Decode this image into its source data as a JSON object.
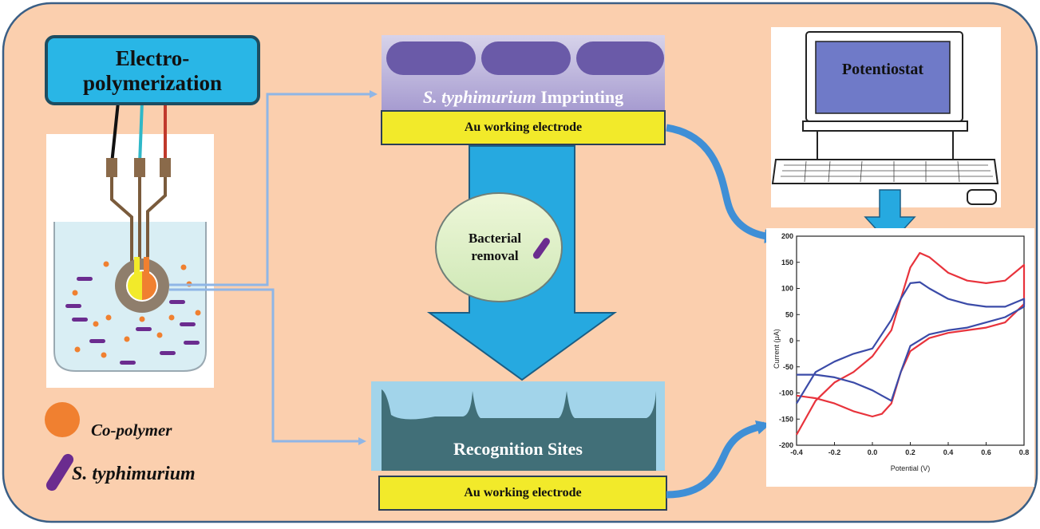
{
  "electropolymerization": {
    "line1": "Electro-",
    "line2": "polymerization"
  },
  "imprinting": {
    "species": "S. typhimurium",
    "word": "Imprinting"
  },
  "electrode_top": "Au working electrode",
  "electrode_bottom": "Au working electrode",
  "removal": {
    "line1": "Bacterial",
    "line2": "removal"
  },
  "recognition": "Recognition Sites",
  "potentiostat": "Potentiostat",
  "legend": {
    "copolymer": "Co-polymer",
    "bacteria": "S. typhimurium"
  },
  "colors": {
    "background": "#fbcfae",
    "border": "#3a5f86",
    "blue_box": "#29b6e6",
    "yellow": "#f2ea2a",
    "arrow_blue": "#3f8fd6",
    "big_arrow": "#26a9e0",
    "red_curve": "#e8333c",
    "blue_curve": "#3b4ba8",
    "bacteria": "#6b2c8f",
    "copolymer": "#f08030"
  },
  "chart_data": {
    "type": "line",
    "xlabel": "Potential (V)",
    "ylabel": "Current (μA)",
    "xlim": [
      -0.4,
      0.8
    ],
    "ylim": [
      -200,
      200
    ],
    "xticks": [
      "-0.4",
      "-0.2",
      "0.0",
      "0.2",
      "0.4",
      "0.6",
      "0.8"
    ],
    "yticks": [
      "200",
      "150",
      "100",
      "50",
      "0",
      "-50",
      "-100",
      "-150",
      "-200"
    ],
    "series": [
      {
        "color": "#e8333c",
        "x": [
          -0.4,
          -0.3,
          -0.2,
          -0.1,
          0.0,
          0.1,
          0.15,
          0.2,
          0.25,
          0.3,
          0.4,
          0.5,
          0.6,
          0.7,
          0.8,
          0.8,
          0.7,
          0.6,
          0.5,
          0.4,
          0.3,
          0.2,
          0.15,
          0.1,
          0.05,
          0.0,
          -0.1,
          -0.2,
          -0.3,
          -0.4
        ],
        "y": [
          -180,
          -115,
          -80,
          -60,
          -30,
          20,
          80,
          140,
          168,
          160,
          130,
          115,
          110,
          115,
          145,
          70,
          35,
          25,
          20,
          15,
          5,
          -20,
          -60,
          -120,
          -140,
          -145,
          -135,
          -120,
          -110,
          -105
        ]
      },
      {
        "color": "#3b4ba8",
        "x": [
          -0.4,
          -0.3,
          -0.2,
          -0.1,
          0.0,
          0.1,
          0.15,
          0.2,
          0.25,
          0.3,
          0.4,
          0.5,
          0.6,
          0.7,
          0.8,
          0.8,
          0.7,
          0.6,
          0.5,
          0.4,
          0.3,
          0.2,
          0.15,
          0.1,
          0.05,
          0.0,
          -0.1,
          -0.2,
          -0.3,
          -0.4
        ],
        "y": [
          -120,
          -60,
          -40,
          -25,
          -15,
          40,
          80,
          110,
          112,
          100,
          80,
          70,
          65,
          65,
          80,
          65,
          45,
          35,
          25,
          20,
          12,
          -10,
          -60,
          -115,
          -105,
          -95,
          -80,
          -70,
          -65,
          -65
        ]
      }
    ]
  }
}
